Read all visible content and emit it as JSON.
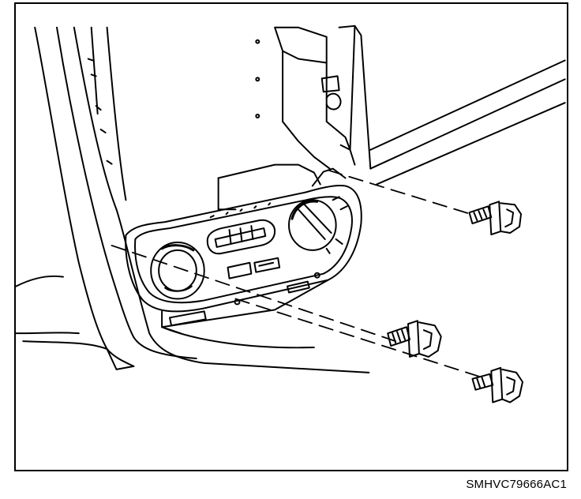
{
  "figure": {
    "caption_code": "SMHVC79666AC1",
    "ink_color": "#000000",
    "paper_color": "#ffffff",
    "parts": [
      "instrument-panel-opening",
      "hvac-control-assembly",
      "temperature-knob",
      "mode-knob",
      "fan-slider",
      "mounting-screw-upper-right",
      "mounting-screw-center",
      "mounting-screw-lower-right"
    ]
  }
}
